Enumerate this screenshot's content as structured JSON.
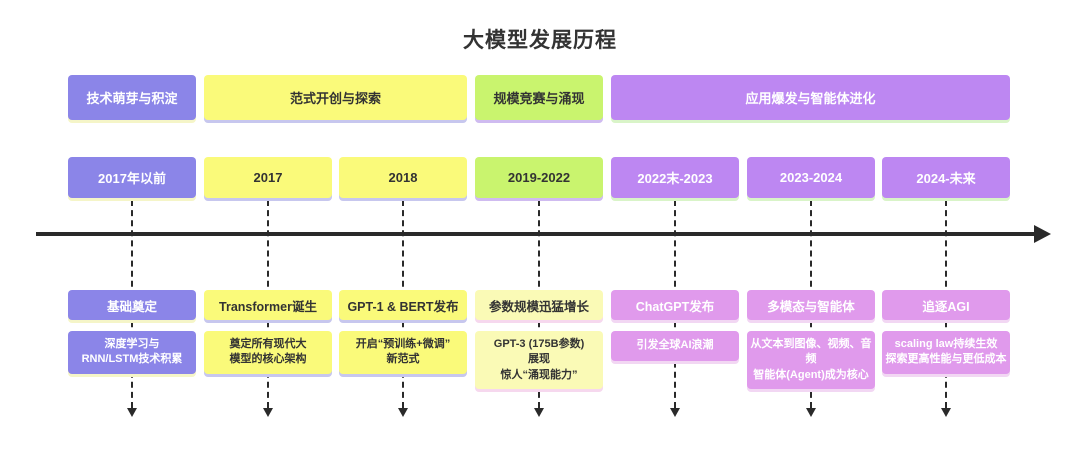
{
  "title": "大模型发展历程",
  "palette": {
    "purple": "#8b85e8",
    "yellow": "#fafa7a",
    "green": "#c9f46e",
    "violet": "#bd87f2",
    "pink": "#e09aec",
    "pale_yellow": "#fafab6",
    "shadow_lavender": "#c7c7ee",
    "shadow_pale_yellow": "#f5f5c8",
    "shadow_pale_green": "#d9f4c8",
    "shadow_pale_pink": "#f2d7f3",
    "axis_color": "#2a2a2a",
    "text_dark": "#333333",
    "text_light": "#ffffff"
  },
  "phases": [
    {
      "label": "技术萌芽与积淀"
    },
    {
      "label": "范式开创与探索"
    },
    {
      "label": "规模竞赛与涌现"
    },
    {
      "label": "应用爆发与智能体进化"
    }
  ],
  "columns": [
    {
      "period": "2017年以前",
      "event": "基础奠定",
      "desc": "深度学习与\nRNN/LSTM技术积累"
    },
    {
      "period": "2017",
      "event": "Transformer诞生",
      "desc": "奠定所有现代大\n模型的核心架构"
    },
    {
      "period": "2018",
      "event": "GPT-1 & BERT发布",
      "desc": "开启“预训练+微调”\n新范式"
    },
    {
      "period": "2019-2022",
      "event": "参数规模迅猛增长",
      "desc": "GPT-3 (175B参数)\n展现\n惊人“涌现能力”"
    },
    {
      "period": "2022末-2023",
      "event": "ChatGPT发布",
      "desc": "引发全球AI浪潮"
    },
    {
      "period": "2023-2024",
      "event": "多模态与智能体",
      "desc": "从文本到图像、视频、音频\n智能体(Agent)成为核心"
    },
    {
      "period": "2024-未来",
      "event": "追逐AGI",
      "desc": "scaling law持续生效\n探索更高性能与更低成本"
    }
  ]
}
